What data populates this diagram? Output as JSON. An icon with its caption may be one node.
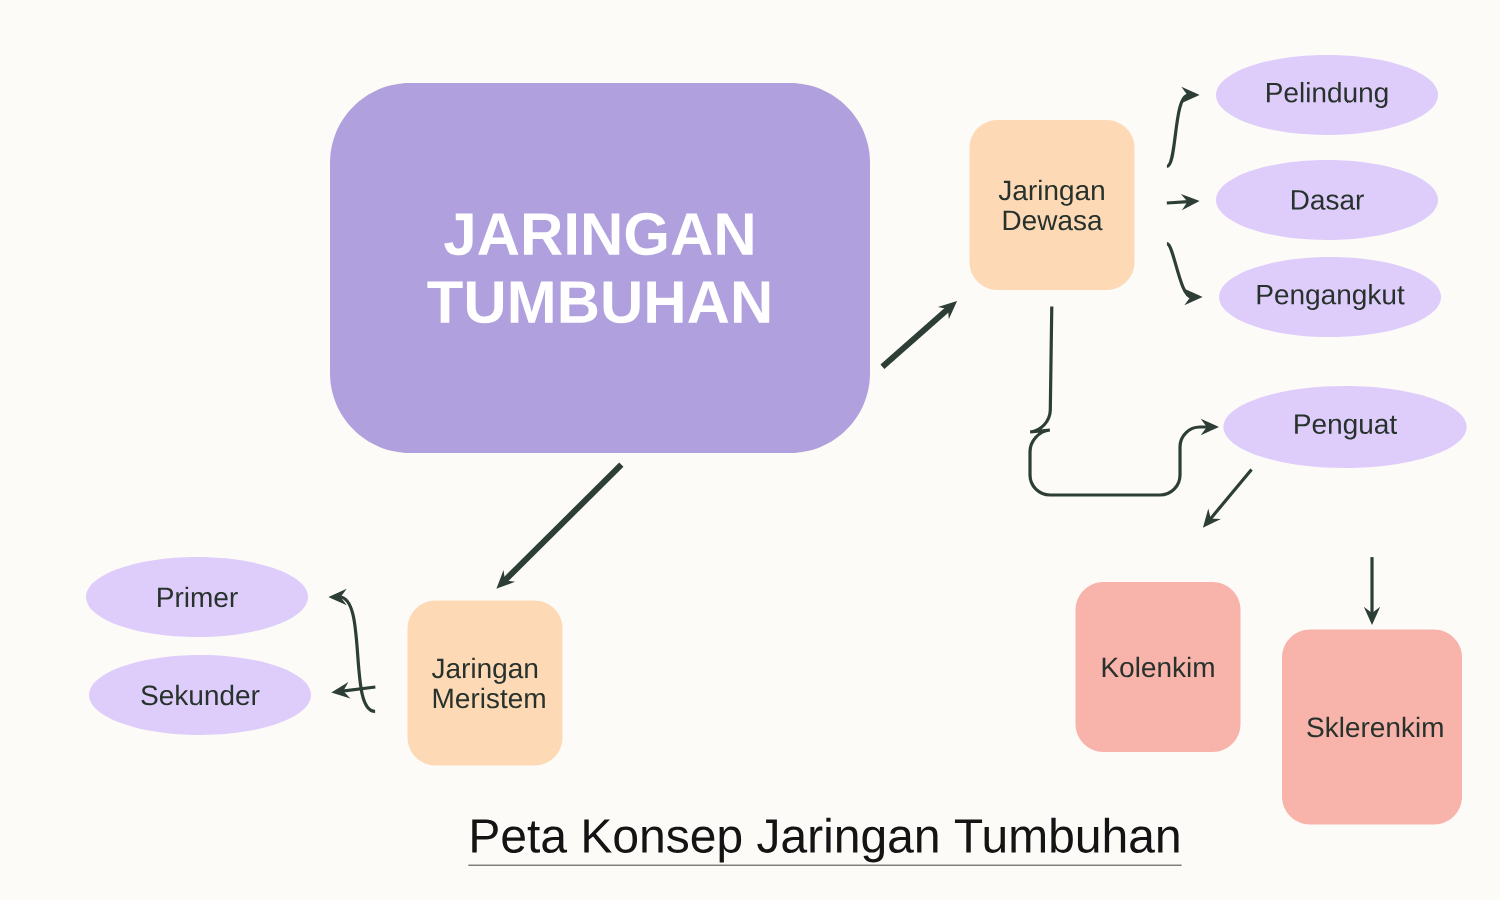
{
  "diagram": {
    "title": "Peta Konsep Jaringan Tumbuhan",
    "nodes": [
      {
        "text": [
          "JARINGAN TUMBUHAN"
        ]
      },
      {
        "text": [
          "Jaringan Dewasa"
        ]
      },
      {
        "text": [
          "Pelindung"
        ]
      },
      {
        "text": [
          "Dasar"
        ]
      },
      {
        "text": [
          "Pengangkut"
        ]
      },
      {
        "text": [
          "Penguat"
        ]
      },
      {
        "text": [
          "Jaringan Meristem"
        ]
      },
      {
        "text": [
          "Primer"
        ]
      },
      {
        "text": [
          "Sekunder"
        ]
      },
      {
        "text": [
          "Kolenkim"
        ]
      },
      {
        "text": [
          "Sklerenkim"
        ]
      }
    ],
    "edges": [
      {
        "from": 0,
        "to": 1,
        "arrow": "to",
        "style": "thick"
      },
      {
        "from": 0,
        "to": 6,
        "arrow": "to",
        "style": "thick"
      },
      {
        "from": 1,
        "to": 2,
        "arrow": "to"
      },
      {
        "from": 1,
        "to": 3,
        "arrow": "to"
      },
      {
        "from": 1,
        "to": 4,
        "arrow": "to"
      },
      {
        "from": 1,
        "to": 5,
        "arrow": "to"
      },
      {
        "from": 5,
        "to": 9,
        "arrow": "to"
      },
      {
        "from": null,
        "to": 10,
        "arrow": "to"
      },
      {
        "from": 6,
        "to": 7,
        "arrow": "to"
      },
      {
        "from": 6,
        "to": 8,
        "arrow": "to"
      }
    ]
  }
}
